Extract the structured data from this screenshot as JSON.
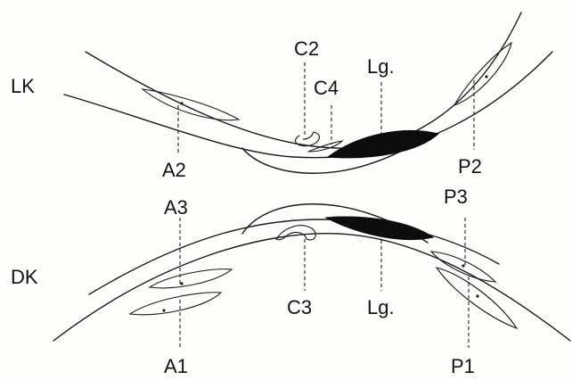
{
  "labels": {
    "upper_valve": "LK",
    "lower_valve": "DK",
    "c2": "C2",
    "c4": "C4",
    "lg_top": "Lg.",
    "a2": "A2",
    "p2": "P2",
    "a3": "A3",
    "p3": "P3",
    "c3": "C3",
    "lg_bottom": "Lg.",
    "a1": "A1",
    "p1": "P1"
  },
  "colors": {
    "line": "#1a1a1a",
    "ligament_fill": "#0d0d0d",
    "background": "#fdfdfb"
  }
}
